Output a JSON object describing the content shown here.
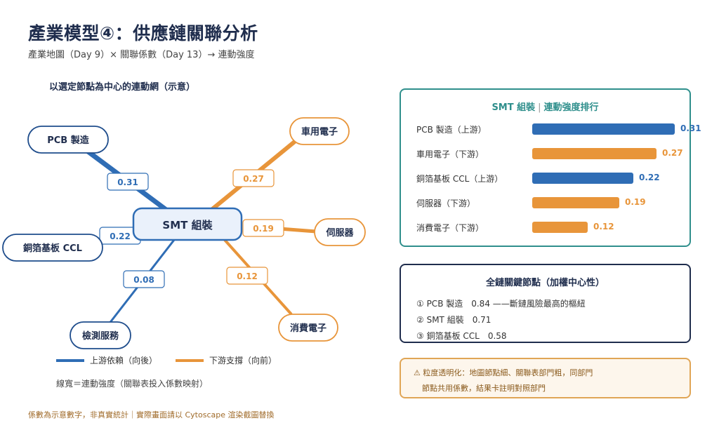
{
  "header": {
    "title": "產業模型④：供應鏈關聯分析",
    "subtitle": "產業地圖（Day 9）× 關聯係數（Day 13）→ 連動強度"
  },
  "network": {
    "section_title": "以選定節點為中心的連動網（示意）",
    "center": "SMT 組裝",
    "nodes": [
      {
        "id": "pcb",
        "label": "PCB 製造",
        "weight": "0.31",
        "direction": "upstream"
      },
      {
        "id": "ccl",
        "label": "銅箔基板 CCL",
        "weight": "0.22",
        "direction": "upstream"
      },
      {
        "id": "test",
        "label": "檢測服務",
        "weight": "0.08",
        "direction": "upstream"
      },
      {
        "id": "auto",
        "label": "車用電子",
        "weight": "0.27",
        "direction": "downstream"
      },
      {
        "id": "server",
        "label": "伺服器",
        "weight": "0.19",
        "direction": "downstream"
      },
      {
        "id": "consumer",
        "label": "消費電子",
        "weight": "0.12",
        "direction": "downstream"
      }
    ]
  },
  "legend": {
    "upstream": "上游依賴（向後）",
    "downstream": "下游支撐（向前）",
    "note": "線寬＝連動強度（關聯表投入係數映射）"
  },
  "footnote": "係數為示意數字，非真實統計｜實際畫面請以 Cytoscape 渲染截圖替換",
  "ranking": {
    "title_left": "SMT 組裝",
    "title_sep": "|",
    "title_right": "連動強度排行",
    "max": 0.31,
    "rows": [
      {
        "label": "PCB 製造（上游）",
        "value": 0.31,
        "display": "0.31",
        "direction": "upstream"
      },
      {
        "label": "車用電子（下游）",
        "value": 0.27,
        "display": "0.27",
        "direction": "downstream"
      },
      {
        "label": "銅箔基板 CCL（上游）",
        "value": 0.22,
        "display": "0.22",
        "direction": "upstream"
      },
      {
        "label": "伺服器（下游）",
        "value": 0.19,
        "display": "0.19",
        "direction": "downstream"
      },
      {
        "label": "消費電子（下游）",
        "value": 0.12,
        "display": "0.12",
        "direction": "downstream"
      }
    ]
  },
  "key_nodes": {
    "title": "全鏈關鍵節點（加權中心性）",
    "items": [
      "① PCB 製造　0.84 ——斷鏈風險最高的樞紐",
      "② SMT 組裝　0.71",
      "③ 銅箔基板 CCL　0.58"
    ]
  },
  "warning": {
    "line1": "⚠ 粒度透明化：地圖節點細、關聯表部門粗，同部門",
    "line2": "節點共用係數，結果卡註明對照部門"
  },
  "colors": {
    "upstream": "#2f6db5",
    "downstream": "#e8953a",
    "navy": "#1f2d4d",
    "teal": "#2f8f8c",
    "center_fill": "#eaf1fb"
  }
}
